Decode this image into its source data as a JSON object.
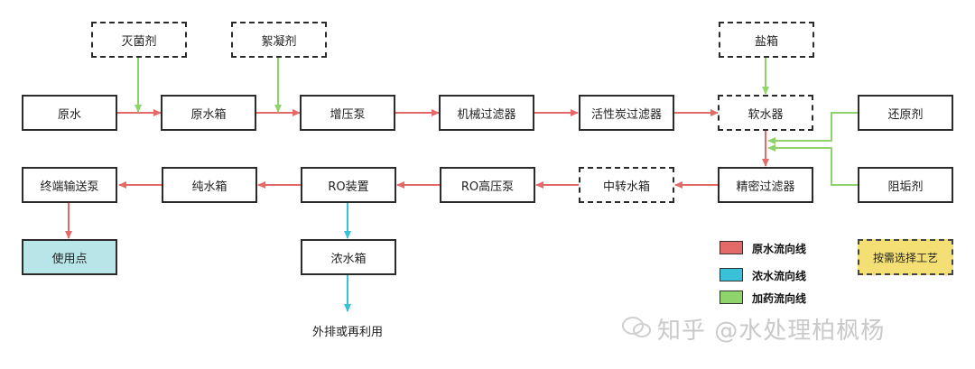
{
  "nodes": {
    "disinfectant": "灭菌剂",
    "flocculant": "絮凝剂",
    "salt_tank": "盐箱",
    "raw_water": "原水",
    "raw_water_tank": "原水箱",
    "booster_pump": "增压泵",
    "mechanical_filter": "机械过滤器",
    "activated_carbon_filter": "活性炭过滤器",
    "water_softener": "软水器",
    "reducing_agent": "还原剂",
    "precision_filter": "精密过滤器",
    "intermediate_tank": "中转水箱",
    "ro_high_pressure_pump": "RO高压泵",
    "ro_unit": "RO装置",
    "pure_water_tank": "纯水箱",
    "terminal_delivery_pump": "终端输送泵",
    "point_of_use": "使用点",
    "concentrate_tank": "浓水箱",
    "antiscalant": "阻垢剂"
  },
  "discharge_text": "外排或再利用",
  "legend": {
    "raw_flow": {
      "label": "原水流向线",
      "color": "#e46a6a"
    },
    "concentrate_flow": {
      "label": "浓水流向线",
      "color": "#38c1d8"
    },
    "dosing_flow": {
      "label": "加药流向线",
      "color": "#8fd46a"
    },
    "optional": {
      "label": "按需选择工艺",
      "color": "#f3df74"
    }
  },
  "watermark": "知乎 @水处理柏枫杨"
}
